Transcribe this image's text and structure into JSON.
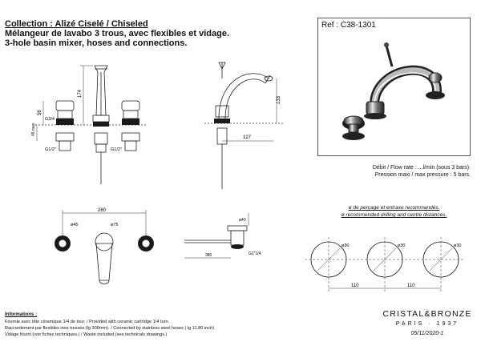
{
  "header": {
    "collection": "Collection : Alizé Ciselé / Chiseled",
    "title_fr": "Mélangeur de lavabo 3 trous, avec flexibles et vidage.",
    "title_en": "3-hole basin mixer, hoses and connections."
  },
  "reference": "Ref : C38-1301",
  "specs": {
    "flow_rate": "Débit / Flow rate : ...l/min (sous 3 bars).",
    "max_pressure": "Pression maxi / max pressure : 5 bars."
  },
  "drilling_note": {
    "fr": "ø de perçage et entraxe recommandés.",
    "en": "ø recommended drilling and centre distances."
  },
  "dimensions": {
    "height_174": "174",
    "height_56": "56",
    "height_45": "45 max",
    "thread_g38": "G3/4",
    "g12_a": "G1/2\"",
    "g12_b": "G1/2\"",
    "side_133": "133",
    "reach_127": "127",
    "width_280": "280",
    "d45": "ø45",
    "d75": "ø75",
    "d40": "ø40",
    "d30a": "ø30",
    "d30b": "ø30",
    "d30c": "ø30",
    "spacing_a": "110",
    "spacing_b": "110",
    "len_380": "380",
    "thread_waste": "G1\"1/4"
  },
  "information": {
    "title": "Informations :",
    "lines": [
      "Fournie avec tête céramique 1/4 de tour. / Provided with ceramic cartridge 1/4 turn.",
      "Raccordement par flexibles inox tressés (lg 300mm). / Connected by stainless steel hoses ( lg 11.80 inch)",
      "Vidage fourni (voir fiches techniques.) / Waste included (see technicals drawings.)"
    ]
  },
  "brand": {
    "name": "CRISTAL&BRONZE",
    "sub": "PARIS · 1937",
    "date": "05/11/2020-1"
  },
  "colors": {
    "line": "#222222",
    "dim": "#333333",
    "dark_fill": "#1a1a1a"
  }
}
